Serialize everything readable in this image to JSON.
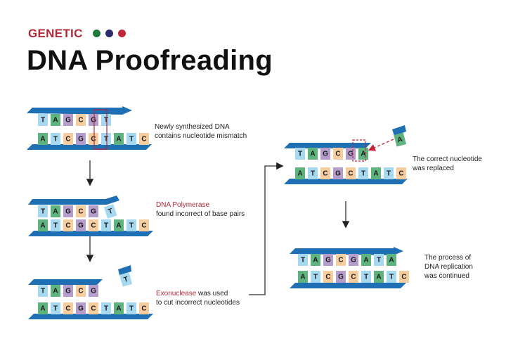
{
  "header": {
    "kicker": "GENETIC",
    "dots": [
      "#1e7a3a",
      "#2b2a6b",
      "#c0263a"
    ],
    "title": "DNA Proofreading"
  },
  "colors": {
    "backbone": "#1f6fb5",
    "highlight": "#b0293a",
    "arrow": "#222222",
    "nucleotides": {
      "A": "#5fb37f",
      "T": "#a6d9f0",
      "G": "#b49ccb",
      "C": "#f6cd9f"
    }
  },
  "steps": [
    {
      "id": "mismatch",
      "top_strand": [
        "T",
        "A",
        "G",
        "C",
        "G",
        "T"
      ],
      "bottom_strand": [
        "A",
        "T",
        "C",
        "G",
        "C",
        "T",
        "A",
        "T",
        "C"
      ],
      "caption_plain": "Newly synthesized DNA contains nucleotide mismatch",
      "caption_lines": [
        "Newly synthesized DNA",
        "contains nucleotide mismatch"
      ]
    },
    {
      "id": "polymerase",
      "top_strand": [
        "T",
        "A",
        "G",
        "C",
        "G"
      ],
      "tilted_nucleotide": "T",
      "bottom_strand": [
        "A",
        "T",
        "C",
        "G",
        "C",
        "T",
        "A",
        "T",
        "C"
      ],
      "caption_highlight": "DNA Polymerase",
      "caption_rest": "found incorrect of base pairs"
    },
    {
      "id": "exonuclease",
      "top_strand": [
        "T",
        "A",
        "G",
        "C",
        "G"
      ],
      "removed_nucleotide": "T",
      "bottom_strand": [
        "A",
        "T",
        "C",
        "G",
        "C",
        "T",
        "A",
        "T",
        "C"
      ],
      "caption_highlight": "Exonuclease",
      "caption_rest_1": "was used",
      "caption_rest_2": "to cut incorrect nucleotides"
    },
    {
      "id": "replaced",
      "top_strand": [
        "T",
        "A",
        "G",
        "C",
        "G",
        "A"
      ],
      "incoming_nucleotide": "A",
      "bottom_strand": [
        "A",
        "T",
        "C",
        "G",
        "C",
        "T",
        "A",
        "T",
        "C"
      ],
      "caption_lines": [
        "The correct nucleotide",
        "was replaced"
      ]
    },
    {
      "id": "continued",
      "top_strand": [
        "T",
        "A",
        "G",
        "C",
        "G",
        "A",
        "T",
        "A"
      ],
      "bottom_strand": [
        "A",
        "T",
        "C",
        "G",
        "C",
        "T",
        "A",
        "T",
        "C"
      ],
      "caption_lines": [
        "The process of",
        "DNA replication",
        "was continued"
      ]
    }
  ]
}
